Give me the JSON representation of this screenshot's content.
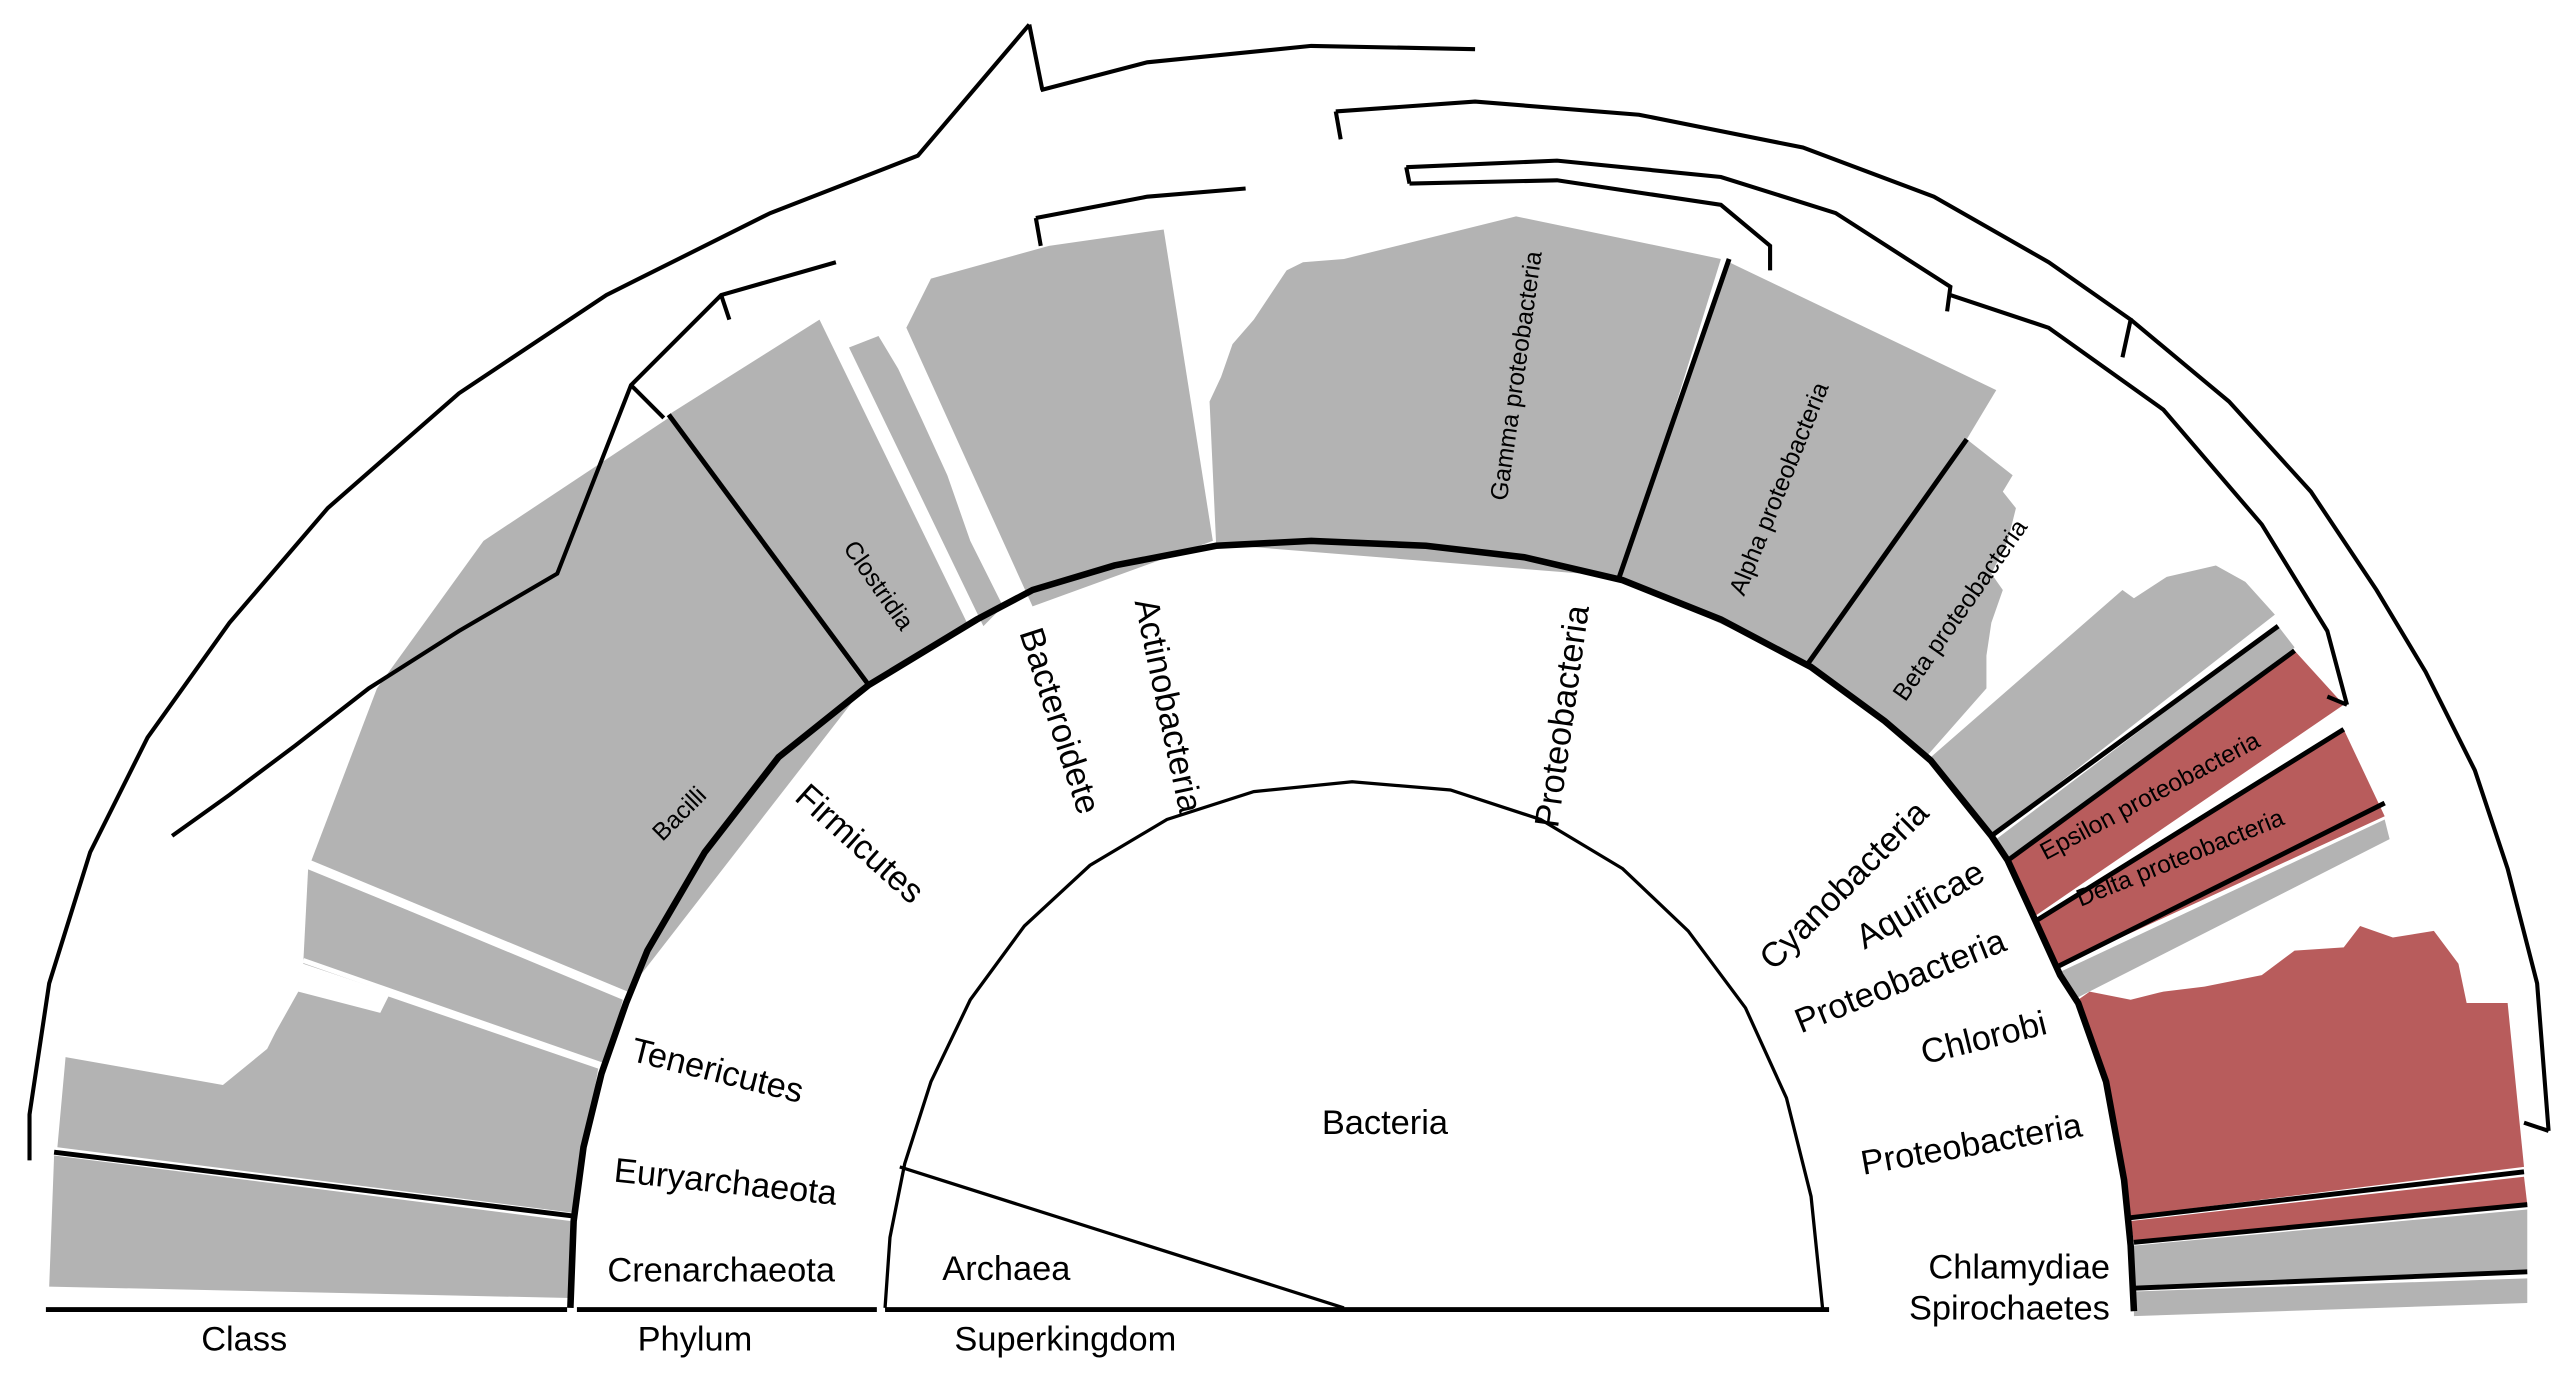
{
  "superkingdoms": [
    "Bacteria",
    "Archaea"
  ],
  "phyla": [
    "Firmicutes",
    "Tenericutes",
    "Euryarchaeota",
    "Crenarchaeota",
    "Bacteroidete",
    "Actinobacteria",
    "Proteobacteria",
    "Cyanobacteria",
    "Aquificae",
    "Proteobacteria",
    "Chlorobi",
    "Proteobacteria",
    "Chlamydiae",
    "Spirochaetes"
  ],
  "classes": [
    "Bacilli",
    "Clostridia",
    "Gamma proteobacteria",
    "Alpha proteobacteria",
    "Beta proteobacteria",
    "Epsilon proteobacteria",
    "Delta proteobacteria"
  ],
  "axis_labels": [
    "Class",
    "Phylum",
    "Superkingdom"
  ],
  "colors": {
    "bar_gray": "#b3b3b3",
    "bar_red": "#b85c5c",
    "line": "#000000",
    "background": "#ffffff"
  }
}
